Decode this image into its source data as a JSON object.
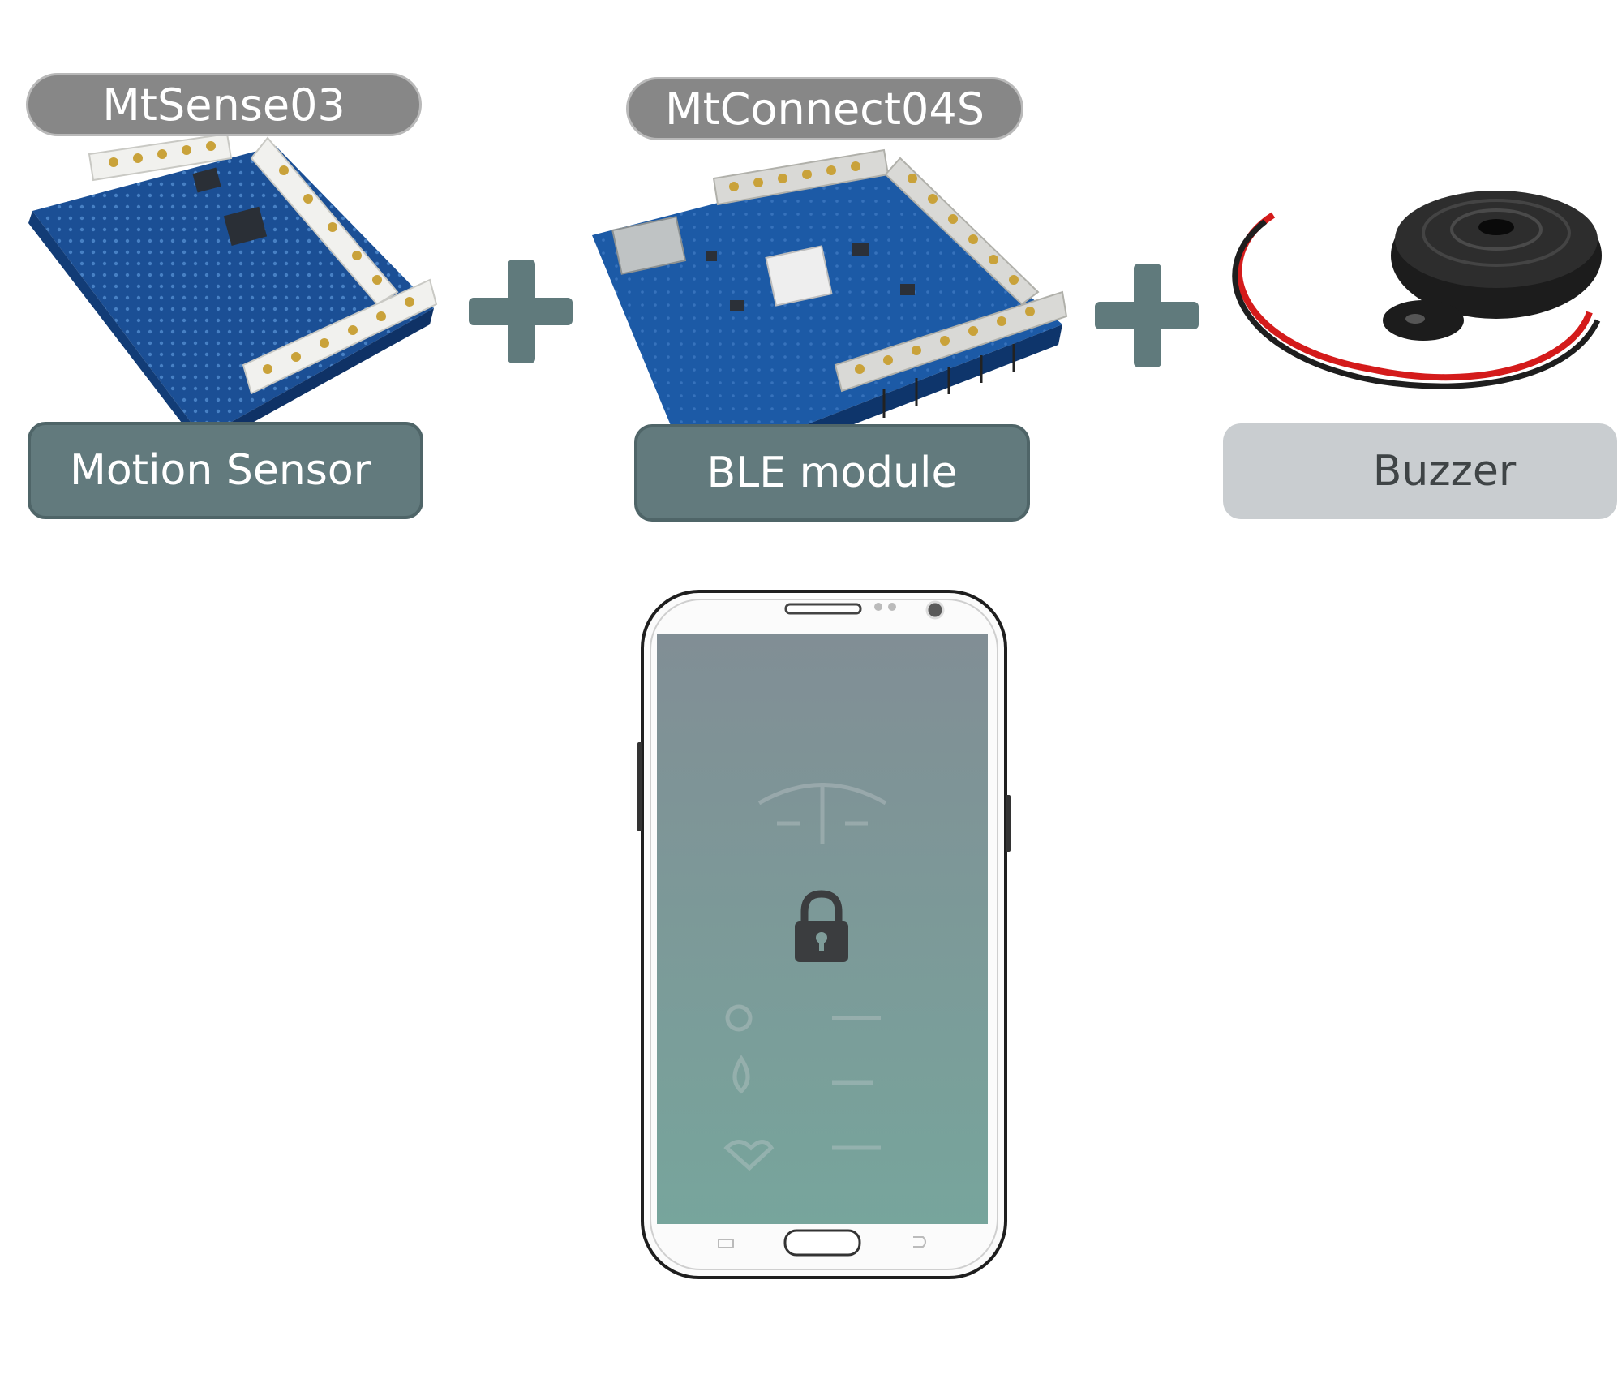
{
  "components": [
    {
      "name": "MtSense03",
      "role": "Motion Sensor"
    },
    {
      "name": "MtConnect04S",
      "role": "BLE module"
    },
    {
      "name": "",
      "role": "Buzzer"
    }
  ],
  "operators": [
    "+",
    "+"
  ],
  "colors": {
    "top_pill": "#878787",
    "bottom_pill": "#627a7d",
    "buzzer_pill": "#c9cdd0",
    "plus": "#607a7c",
    "pcb_blue": "#1c5aa6",
    "phone_screen": "#7f9c99"
  },
  "icons": [
    "motion-sensor-board",
    "ble-module-board",
    "buzzer-device",
    "plus-icon",
    "smartphone",
    "lock-icon"
  ]
}
